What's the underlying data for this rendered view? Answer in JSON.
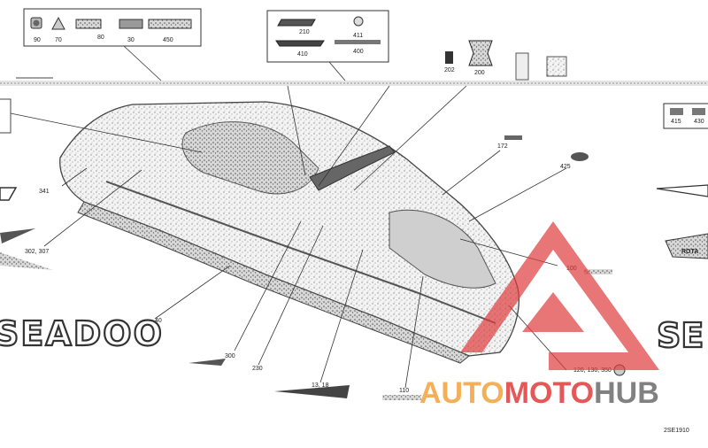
{
  "callouts": {
    "c90": "90",
    "c70": "70",
    "c80": "80",
    "c30": "30",
    "c450": "450",
    "c210": "210",
    "c411": "411",
    "c410": "410",
    "c400": "400",
    "c202": "202",
    "c200": "200",
    "c415": "415",
    "c430": "430",
    "c172": "172",
    "c425": "425",
    "c341": "341",
    "c302": "302, 307",
    "c100": "100",
    "c40": "40",
    "c300": "300",
    "c230": "230",
    "c13": "13, 18",
    "c110": "110",
    "c120": "120, 130, 350"
  },
  "decals": {
    "seadoo_left": "SEADOO",
    "seadoo_right": "SE",
    "rotax": "ROTA"
  },
  "watermark": {
    "part1": "AUTO",
    "part2": "MOTO",
    "part3": "HUB",
    "color_orange": "#f2a33c",
    "color_red": "#e03c3c",
    "color_gray": "#6c6c6c"
  },
  "figure_code": "2SE1910"
}
